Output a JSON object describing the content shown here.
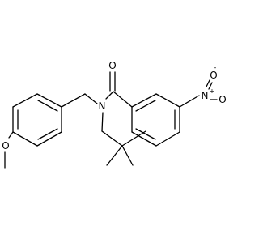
{
  "molecule": {
    "atoms": {
      "carbonyl_oxygen": "O",
      "ring_nitrogen": "N",
      "nitro_nitrogen": "N",
      "nitro_nitrogen_charge": "+",
      "nitro_oxygen_top": "O",
      "nitro_oxygen_top_charge": "-",
      "nitro_oxygen_side": "O",
      "methoxy_oxygen": "O"
    },
    "colors": {
      "bond": "#000000",
      "label": "#000000",
      "background": "#ffffff"
    }
  }
}
